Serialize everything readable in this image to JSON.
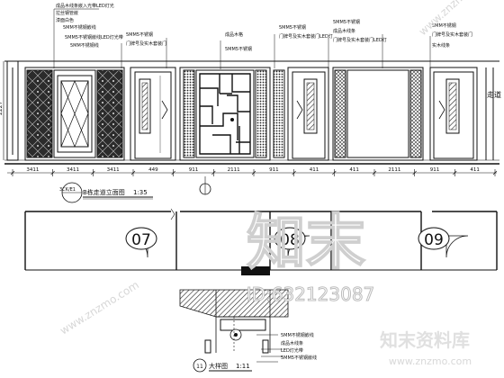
{
  "elevation": {
    "title": "B栋走道立面图",
    "scale": "1:35",
    "ref_tag": "3CK/E1",
    "side_label": "走道",
    "height_dim": "2227",
    "dims": [
      "3411",
      "3411",
      "3411",
      "449",
      "911",
      "2111",
      "911",
      "411",
      "411",
      "2111",
      "911",
      "411"
    ]
  },
  "notes": {
    "g1_line1": "成品木线条嵌入光带LED灯光",
    "g1_line2": "拉丝钢管嵌",
    "g1_line3": "漆面白色",
    "g1_line4": "5MM不锈钢嵌线",
    "g1_line5": "5MM5不锈钢嵌线LED灯光带",
    "g1_line6": "5MM不锈钢线",
    "g2_line1": "5MM5不锈钢",
    "g2_line2": "门牌号及实木套装门",
    "g3_line1": "成品木格",
    "g3_line2": "5MM5不锈钢",
    "g4_line1": "5MM5不锈钢",
    "g4_line2": "门牌号及实木套装门LED灯",
    "g5_line1": "5MM5不锈钢",
    "g5_line2": "成品木线条",
    "g5_line3": "门牌号及实木套装门LED灯",
    "g6_line1": "5MM不锈钢",
    "g6_line2": "门牌号及实木套装门",
    "g6_line3": "实木线条"
  },
  "plan": {
    "rooms": [
      "07",
      "08",
      "09"
    ]
  },
  "detail": {
    "title": "大样图",
    "scale": "1:11",
    "number": "11",
    "note1": "5MM不锈钢嵌线",
    "note2": "成品木线条",
    "note3": "LED灯光带",
    "note4": "5MM5不锈钢嵌线"
  },
  "watermark": {
    "big_logo": "知末",
    "id_text": "ID:632123087",
    "brand": "知末资料库",
    "url": "www.znzmo.com",
    "diag_url": "www.znzmo.com"
  },
  "colors": {
    "ink": "#111111",
    "watermark": "#c8c8c8",
    "hatch": "#333333"
  }
}
